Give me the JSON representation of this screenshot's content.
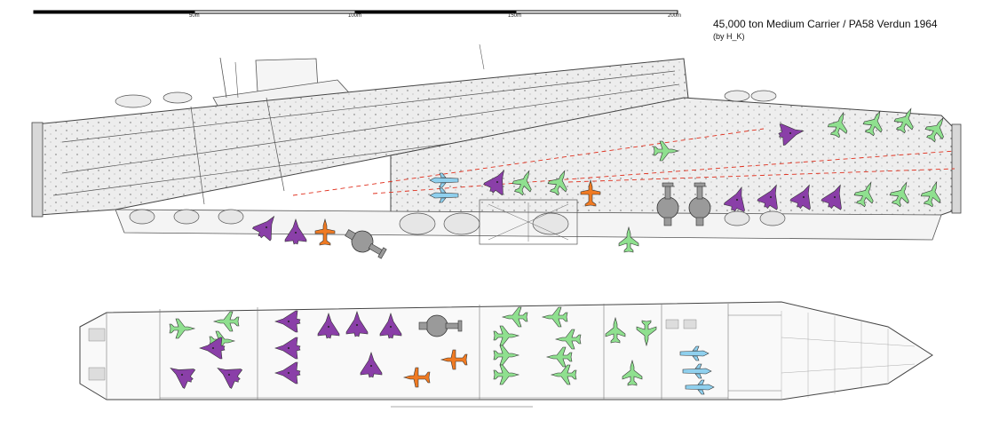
{
  "title": "45,000 ton Medium Carrier / PA58 Verdun 1964",
  "credit": "(by H_K)",
  "scale_bar": {
    "ticks": [
      "50m",
      "100m",
      "150m",
      "200m"
    ]
  },
  "colors": {
    "green_aircraft": "#8fe08f",
    "purple_aircraft": "#8a3fa8",
    "orange_aircraft": "#f07a22",
    "blue_aircraft": "#8fd0ee",
    "grey_helicopter": "#9a9a9a",
    "hull_line": "#555555",
    "deck_fill": "#e8e8e8",
    "flight_deck_marking": "#e0301e"
  },
  "icons": {
    "green": "jet-fighter-icon",
    "purple": "delta-jet-icon",
    "orange": "turboprop-aircraft-icon",
    "blue": "small-jet-icon",
    "grey": "helicopter-icon"
  }
}
